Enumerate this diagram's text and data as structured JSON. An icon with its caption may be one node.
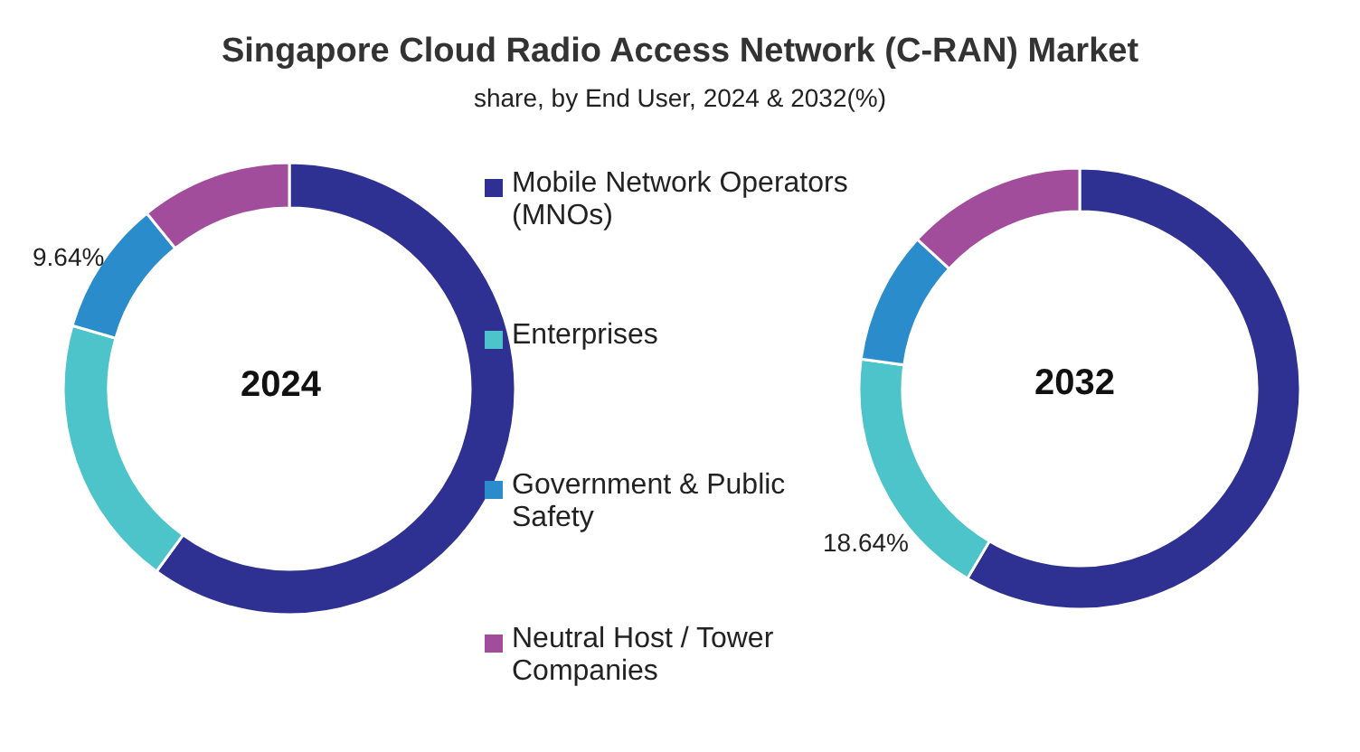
{
  "diagram": {
    "title": "Singapore Cloud Radio Access Network (C-RAN) Market",
    "caption": "share, by End User, 2024 & 2032(%)",
    "labels": [
      "9.64%",
      "2024",
      "18.64%",
      "2032"
    ],
    "legend": [
      {
        "text": "Mobile Network Operators (MNOs)",
        "color": "#2e3192"
      },
      {
        "text": "Enterprises",
        "color": "#4cc4c9"
      },
      {
        "text": "Government & Public Safety",
        "color": "#2b8ccb"
      },
      {
        "text": "Neutral Host / Tower Companies",
        "color": "#a24c9c"
      }
    ]
  }
}
